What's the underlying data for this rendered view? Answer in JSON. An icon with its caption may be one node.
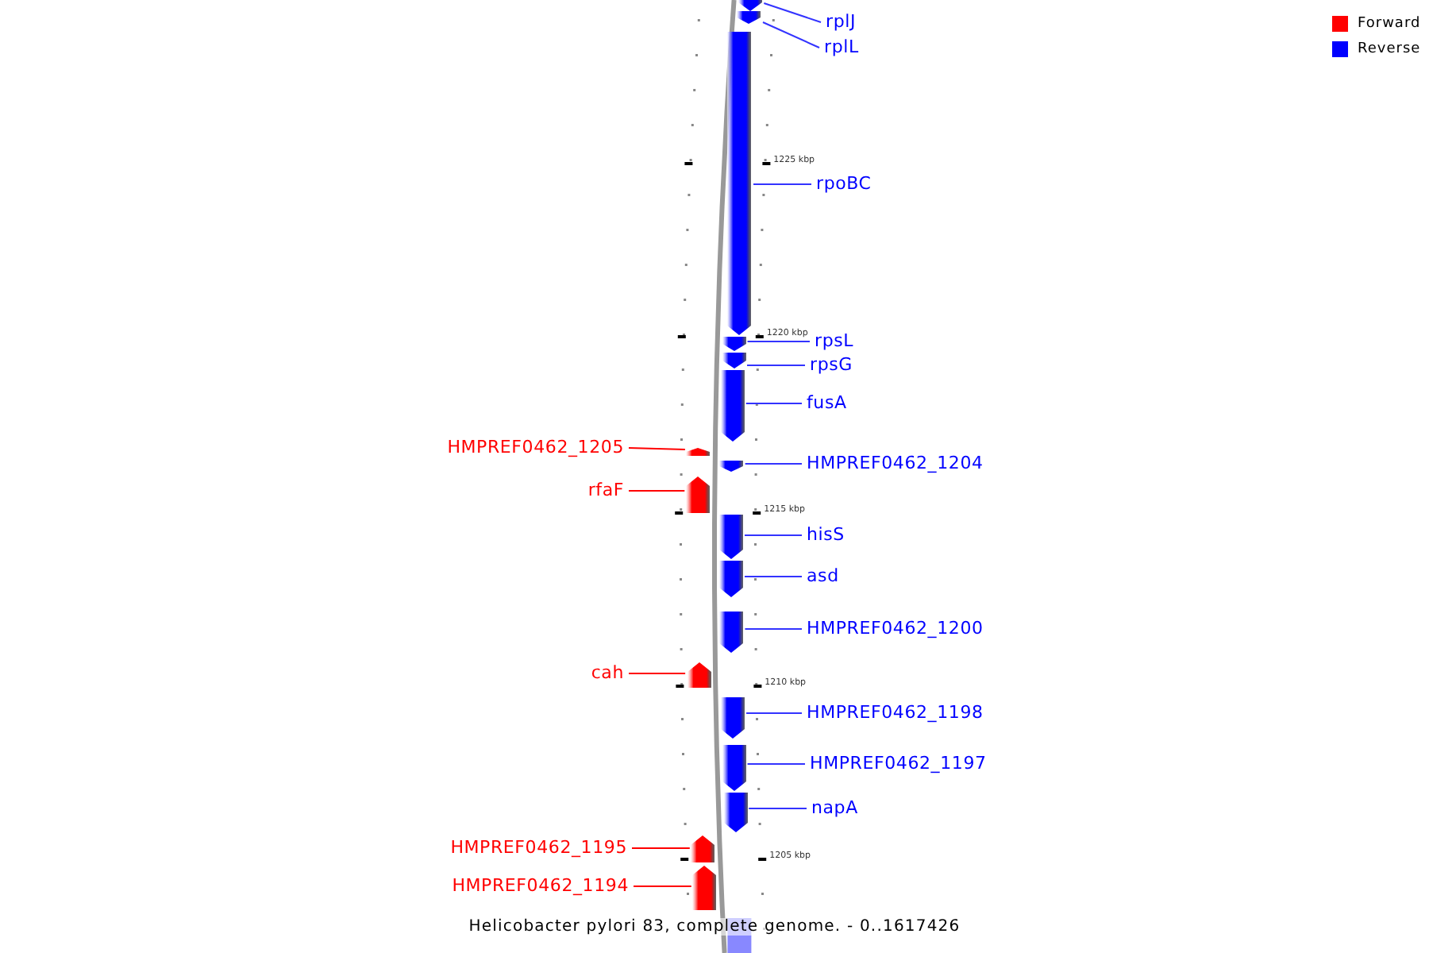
{
  "diagram": {
    "caption": "Helicobacter pylori 83, complete genome. - 0..1617426",
    "nodes": [
      {
        "text": [
          "rplJ"
        ]
      },
      {
        "text": [],
        "shape": "bar"
      },
      {
        "text": [
          "rplL"
        ]
      },
      {
        "text": [],
        "shape": "bar"
      },
      {
        "text": [
          "rpoBC"
        ]
      },
      {
        "text": [],
        "shape": "bar"
      },
      {
        "text": [
          "rpsL"
        ]
      },
      {
        "text": [],
        "shape": "bar"
      },
      {
        "text": [
          "rpsG"
        ]
      },
      {
        "text": [],
        "shape": "bar"
      },
      {
        "text": [
          "fusA"
        ]
      },
      {
        "text": [],
        "shape": "bar"
      },
      {
        "text": [
          "HMPREF0462_1205"
        ]
      },
      {
        "text": [],
        "shape": "bar"
      },
      {
        "text": [
          "HMPREF0462_1204"
        ]
      },
      {
        "text": [],
        "shape": "bar"
      },
      {
        "text": [
          "rfaF"
        ]
      },
      {
        "text": [],
        "shape": "bar"
      },
      {
        "text": [
          "hisS"
        ]
      },
      {
        "text": [],
        "shape": "bar"
      },
      {
        "text": [
          "asd"
        ]
      },
      {
        "text": [],
        "shape": "bar"
      },
      {
        "text": [
          "HMPREF0462_1200"
        ]
      },
      {
        "text": [],
        "shape": "bar"
      },
      {
        "text": [
          "cah"
        ]
      },
      {
        "text": [],
        "shape": "bar"
      },
      {
        "text": [
          "HMPREF0462_1198"
        ]
      },
      {
        "text": [],
        "shape": "bar"
      },
      {
        "text": [
          "HMPREF0462_1197"
        ]
      },
      {
        "text": [],
        "shape": "bar"
      },
      {
        "text": [
          "napA"
        ]
      },
      {
        "text": [],
        "shape": "bar"
      },
      {
        "text": [
          "HMPREF0462_1195"
        ]
      },
      {
        "text": [],
        "shape": "bar"
      },
      {
        "text": [
          "HMPREF0462_1194"
        ]
      },
      {
        "text": [],
        "shape": "bar"
      }
    ],
    "edges": [
      {
        "from": 0,
        "to": 1,
        "arrow": "none"
      },
      {
        "from": 2,
        "to": 3,
        "arrow": "none"
      },
      {
        "from": 4,
        "to": 5,
        "arrow": "none"
      },
      {
        "from": 6,
        "to": 7,
        "arrow": "none"
      },
      {
        "from": 8,
        "to": 9,
        "arrow": "none"
      },
      {
        "from": 10,
        "to": 11,
        "arrow": "none"
      },
      {
        "from": 12,
        "to": 13,
        "arrow": "none",
        "color": "#ff0000"
      },
      {
        "from": 14,
        "to": 15,
        "arrow": "none"
      },
      {
        "from": 16,
        "to": 17,
        "arrow": "none",
        "color": "#ff0000"
      },
      {
        "from": 18,
        "to": 19,
        "arrow": "none"
      },
      {
        "from": 20,
        "to": 21,
        "arrow": "none"
      },
      {
        "from": 22,
        "to": 23,
        "arrow": "none"
      },
      {
        "from": 24,
        "to": 25,
        "arrow": "none",
        "color": "#ff0000"
      },
      {
        "from": 26,
        "to": 27,
        "arrow": "none"
      },
      {
        "from": 28,
        "to": 29,
        "arrow": "none"
      },
      {
        "from": 30,
        "to": 31,
        "arrow": "none"
      },
      {
        "from": 32,
        "to": 33,
        "arrow": "none",
        "color": "#ff0000"
      },
      {
        "from": 34,
        "to": 35,
        "arrow": "none",
        "color": "#ff0000"
      }
    ],
    "labels": [
      "1225 kbp",
      "1220 kbp",
      "1215 kbp",
      "1210 kbp",
      "1205 kbp"
    ],
    "legend": [
      {
        "text": "Forward",
        "color": "#ff0000"
      },
      {
        "text": "Reverse",
        "color": "#0000ff"
      }
    ]
  }
}
